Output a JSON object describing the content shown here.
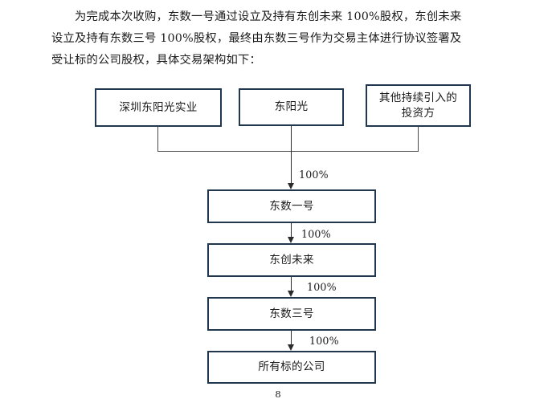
{
  "document": {
    "page_number": "8",
    "paragraph_lines": [
      "为完成本次收购，东数一号通过设立及持有东创未来 100%股权，东创未来",
      "设立及持有东数三号 100%股权，最终由东数三号作为交易主体进行协议签署及",
      "受让标的公司股权，具体交易架构如下："
    ]
  },
  "diagram": {
    "border_color": "#21364f",
    "line_color": "#4a4a4a",
    "arrow_color": "#2b2b2b",
    "top_nodes": [
      {
        "id": "shenzhen",
        "label": "深圳东阳光实业"
      },
      {
        "id": "dongyangguang",
        "label": "东阳光"
      },
      {
        "id": "other-investors",
        "label_line1": "其他持续引入的",
        "label_line2": "投资方"
      }
    ],
    "chain_nodes": [
      {
        "id": "dongshu-1",
        "label": "东数一号"
      },
      {
        "id": "dongchuang",
        "label": "东创未来"
      },
      {
        "id": "dongshu-3",
        "label": "东数三号"
      },
      {
        "id": "target",
        "label": "所有标的公司"
      }
    ],
    "edge_labels": {
      "to_dongshu_1": "100%",
      "to_dongchuang": "100%",
      "to_dongshu_3": "100%",
      "to_target": "100%"
    }
  }
}
